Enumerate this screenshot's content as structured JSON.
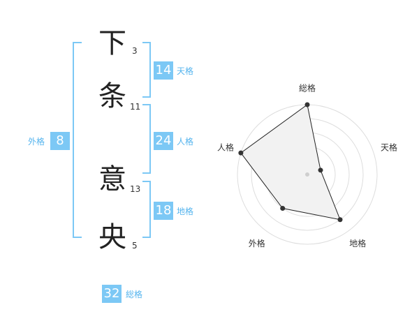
{
  "name_chars": [
    {
      "char": "下",
      "strokes": "3"
    },
    {
      "char": "条",
      "strokes": "11"
    },
    {
      "char": "意",
      "strokes": "13"
    },
    {
      "char": "央",
      "strokes": "5"
    }
  ],
  "kakusu": {
    "tenkaku": {
      "value": "14",
      "label": "天格"
    },
    "jinkaku": {
      "value": "24",
      "label": "人格"
    },
    "chikaku": {
      "value": "18",
      "label": "地格"
    },
    "gaikaku": {
      "value": "8",
      "label": "外格"
    },
    "soukaku": {
      "value": "32",
      "label": "総格"
    }
  },
  "colors": {
    "accent": "#7cc8f5",
    "accent_text": "#55b4ee",
    "polygon_fill": "#f2f2f2",
    "ring": "#dddddd"
  },
  "chart_data": {
    "type": "radar",
    "axes": [
      "総格",
      "天格",
      "地格",
      "外格",
      "人格"
    ],
    "values": [
      5,
      1,
      4,
      3,
      5
    ],
    "rmax": 5,
    "rings": 5
  }
}
